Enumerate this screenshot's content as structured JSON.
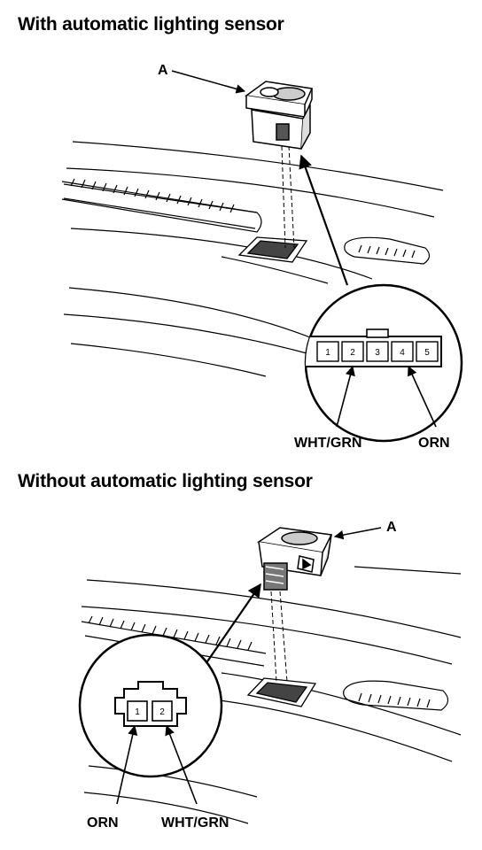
{
  "top": {
    "heading": "With automatic lighting sensor",
    "callout": "A",
    "pins": [
      "1",
      "2",
      "3",
      "4",
      "5"
    ],
    "wire_left": "WHT/GRN",
    "wire_right": "ORN"
  },
  "bottom": {
    "heading": "Without automatic lighting sensor",
    "callout": "A",
    "pins": [
      "1",
      "2"
    ],
    "wire_left": "ORN",
    "wire_right": "WHT/GRN"
  }
}
